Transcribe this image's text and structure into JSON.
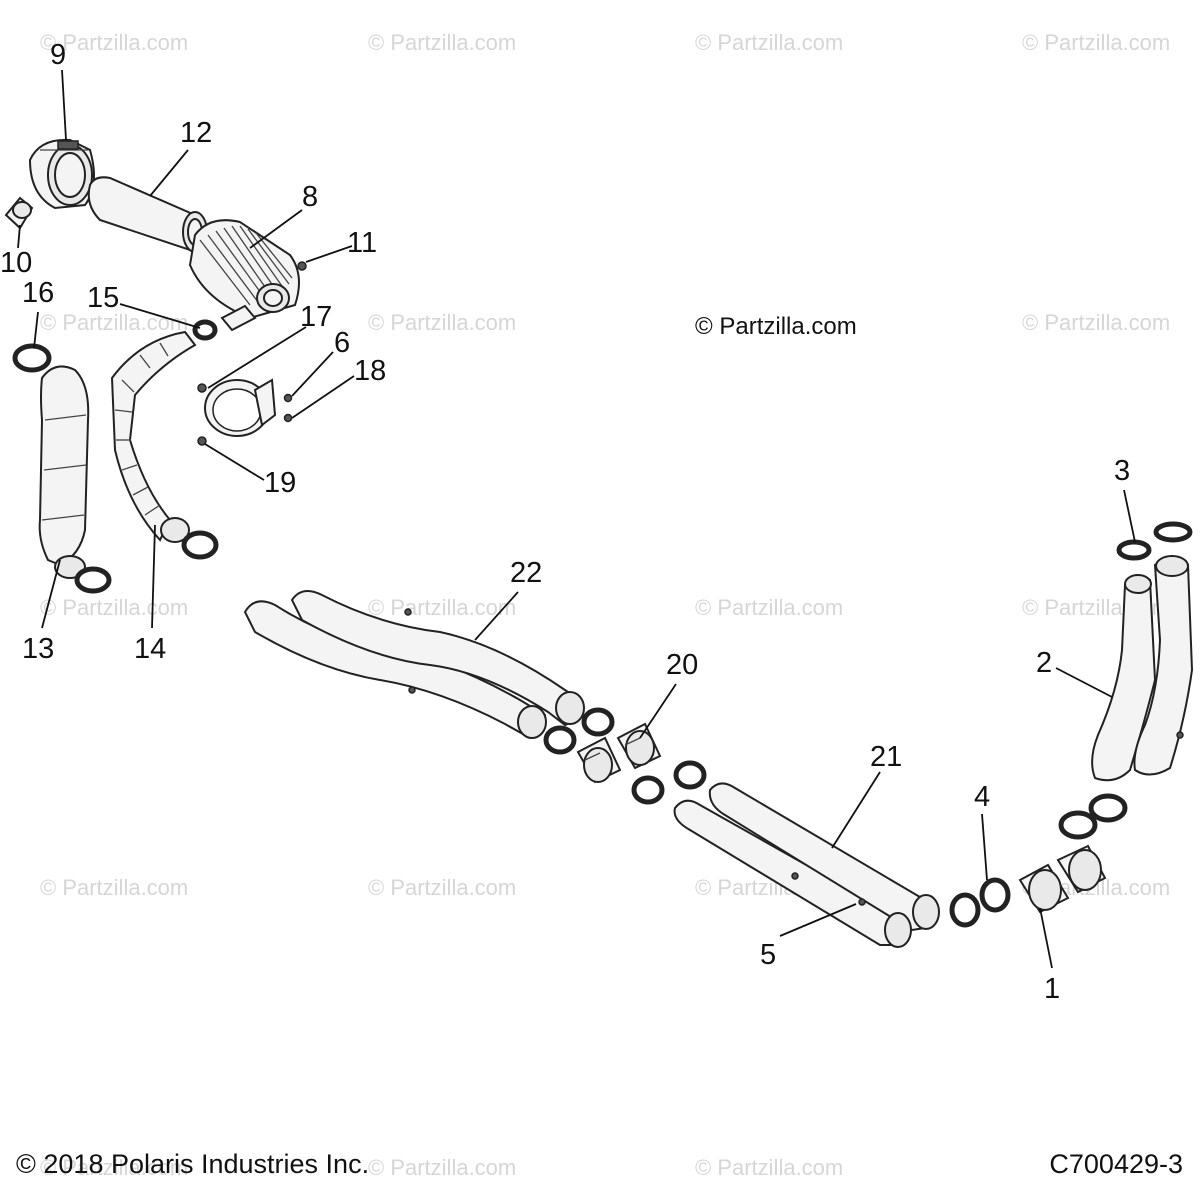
{
  "watermark": "© Partzilla.com",
  "credit": "© Partzilla.com",
  "copyright": "© 2018 Polaris Industries Inc.",
  "diagram_code": "C700429-3",
  "callouts": {
    "c1": "1",
    "c2": "2",
    "c3": "3",
    "c4": "4",
    "c5": "5",
    "c6": "6",
    "c8": "8",
    "c9": "9",
    "c10": "10",
    "c11": "11",
    "c12": "12",
    "c13": "13",
    "c14": "14",
    "c15": "15",
    "c16": "16",
    "c17": "17",
    "c18": "18",
    "c19": "19",
    "c20": "20",
    "c21": "21",
    "c22": "22"
  }
}
